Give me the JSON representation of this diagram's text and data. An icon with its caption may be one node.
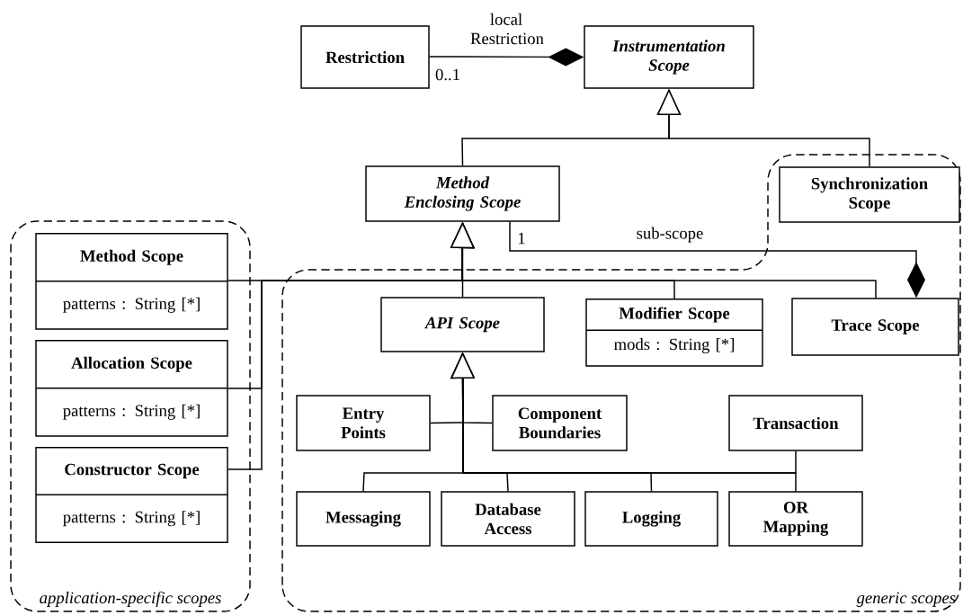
{
  "diagram": {
    "nodes": [
      {
        "text": [
          "Restriction"
        ]
      },
      {
        "text": [
          "Instrumentation Scope"
        ]
      },
      {
        "text": [
          "Method Enclosing Scope"
        ]
      },
      {
        "text": [
          "generic scopes"
        ]
      },
      {
        "text": [
          "Synchronization Scope"
        ],
        "in": 3
      },
      {
        "text": [
          "application-specific scopes"
        ]
      },
      {
        "text": [
          "Method Scope",
          "patterns : String [*]"
        ],
        "in": 5
      },
      {
        "text": [
          "Allocation Scope",
          "patterns : String [*]"
        ],
        "in": 5
      },
      {
        "text": [
          "Constructor Scope",
          "patterns : String [*]"
        ],
        "in": 5
      },
      {
        "text": [
          "API Scope"
        ],
        "in": 3
      },
      {
        "text": [
          "Modifier Scope",
          "mods : String [*]"
        ],
        "in": 3
      },
      {
        "text": [
          "Trace Scope"
        ],
        "in": 3
      },
      {
        "text": [
          "Entry Points"
        ],
        "in": 3
      },
      {
        "text": [
          "Component Boundaries"
        ],
        "in": 3
      },
      {
        "text": [
          "Transaction"
        ],
        "in": 3
      },
      {
        "text": [
          "Messaging"
        ],
        "in": 3
      },
      {
        "text": [
          "Database Access"
        ],
        "in": 3
      },
      {
        "text": [
          "Logging"
        ],
        "in": 3
      },
      {
        "text": [
          "OR Mapping"
        ],
        "in": 3
      }
    ],
    "edges": [
      {
        "from": 0,
        "to": 1,
        "arrow": "other",
        "label": "local Restriction"
      },
      {
        "from": 2,
        "to": 1,
        "arrow": "to"
      },
      {
        "from": 4,
        "to": 1,
        "arrow": "to"
      },
      {
        "from": 6,
        "to": 2,
        "arrow": "to"
      },
      {
        "from": 7,
        "to": 2,
        "arrow": "to"
      },
      {
        "from": 8,
        "to": 2,
        "arrow": "to"
      },
      {
        "from": 9,
        "to": 2,
        "arrow": "to"
      },
      {
        "from": 10,
        "to": 2,
        "arrow": "to"
      },
      {
        "from": 11,
        "to": 2,
        "arrow": "to"
      },
      {
        "from": 2,
        "to": 11,
        "arrow": "other",
        "label": "sub-scope"
      },
      {
        "from": 12,
        "to": 9,
        "arrow": "to"
      },
      {
        "from": 13,
        "to": 9,
        "arrow": "to"
      },
      {
        "from": 15,
        "to": 9,
        "arrow": "to"
      },
      {
        "from": 16,
        "to": 9,
        "arrow": "to"
      },
      {
        "from": 17,
        "to": 9,
        "arrow": "to"
      },
      {
        "from": 18,
        "to": 9,
        "arrow": "to"
      },
      {
        "from": 14,
        "to": 9,
        "arrow": "to"
      }
    ],
    "labels": [
      "0..1",
      "1"
    ]
  }
}
